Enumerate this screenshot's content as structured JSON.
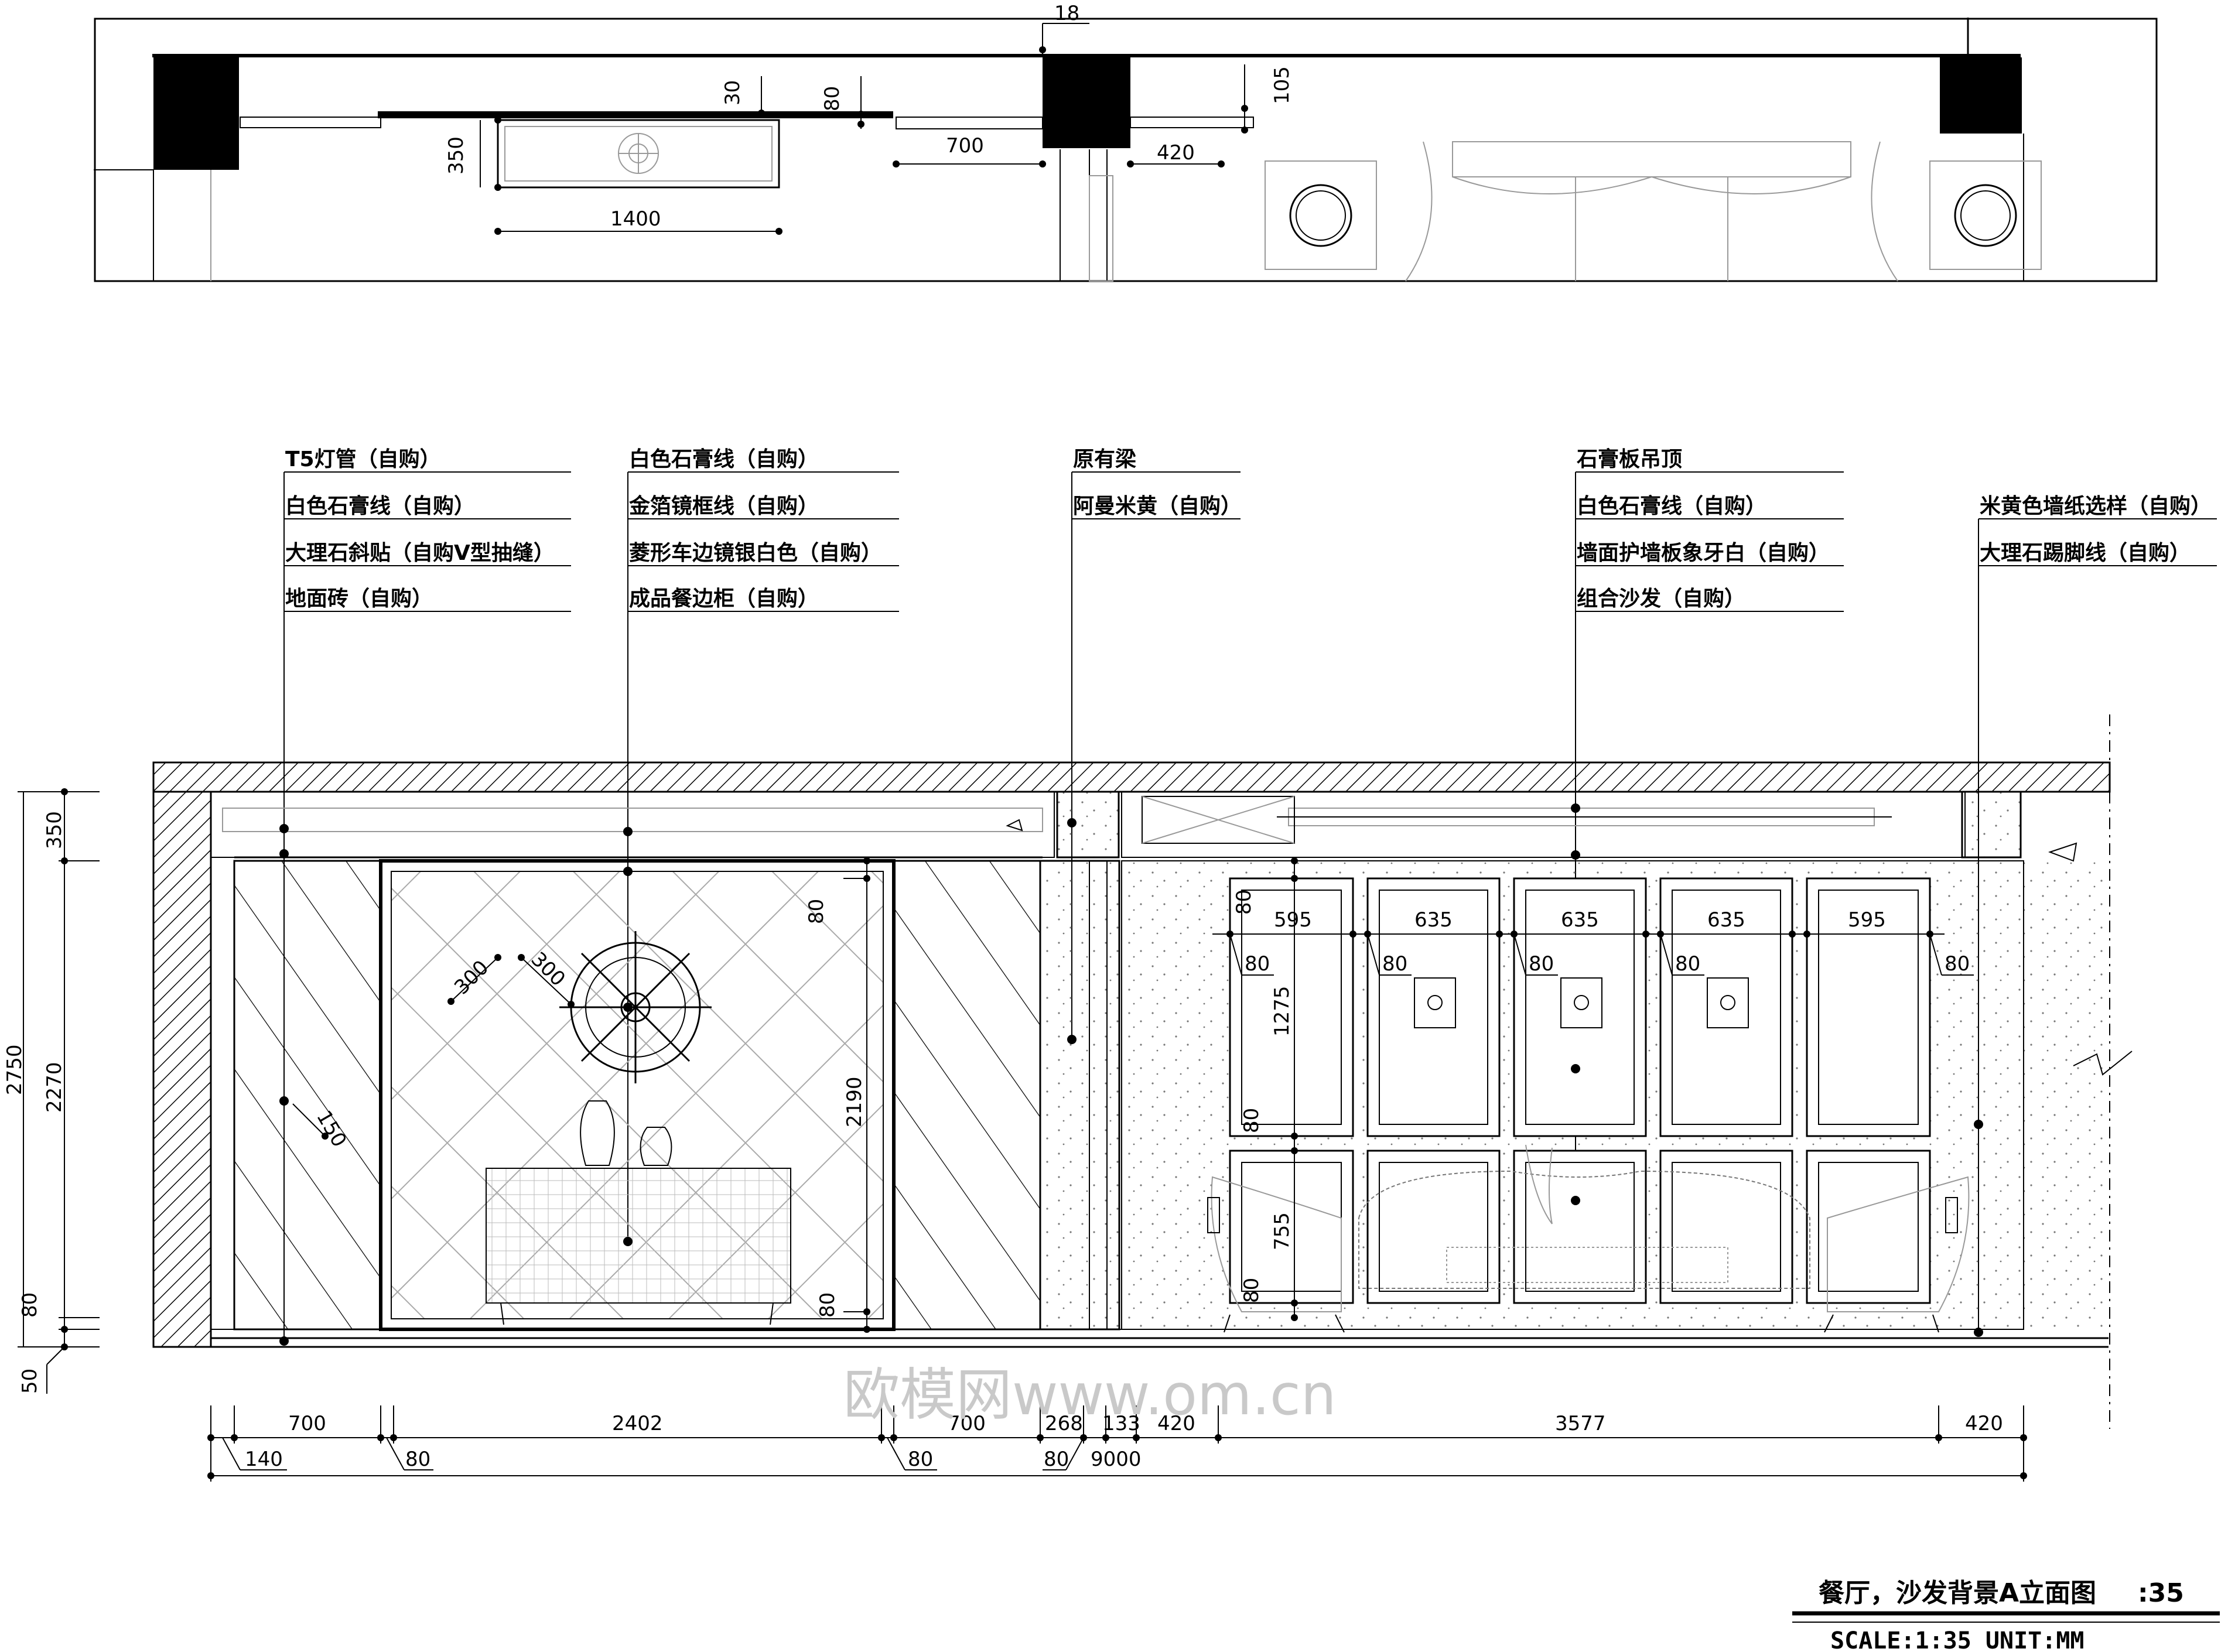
{
  "plan_dims": {
    "d18": "18",
    "d30": "30",
    "d80": "80",
    "d105": "105",
    "d350": "350",
    "d700": "700",
    "d420": "420",
    "d1400": "1400"
  },
  "callouts": {
    "group1": [
      "T5灯管（自购）",
      "白色石膏线（自购）",
      "大理石斜贴（自购V型抽缝）",
      "地面砖（自购）"
    ],
    "group2": [
      "白色石膏线（自购）",
      "金箔镜框线（自购）",
      "菱形车边镜银白色（自购）",
      "成品餐边柜（自购）"
    ],
    "group3": [
      "原有梁",
      "阿曼米黄（自购）"
    ],
    "group4": [
      "石膏板吊顶",
      "白色石膏线（自购）",
      "墙面护墙板象牙白（自购）",
      "组合沙发（自购）"
    ],
    "group5": [
      "米黄色墙纸选样（自购）",
      "大理石踢脚线（自购）"
    ]
  },
  "left_dims": {
    "h2750": "2750",
    "h350": "350",
    "h2270": "2270",
    "h80": "80",
    "h50": "50"
  },
  "mirror_dims": {
    "d300a": "300",
    "d300b": "300",
    "d150": "150",
    "d80top": "80",
    "d2190": "2190",
    "d80bot": "80"
  },
  "panel_dims": {
    "widths": [
      "595",
      "635",
      "635",
      "635",
      "595"
    ],
    "gaps": [
      "80",
      "80",
      "80",
      "80",
      "80"
    ],
    "v80a": "80",
    "v1275": "1275",
    "v80b": "80",
    "v755": "755",
    "v80c": "80"
  },
  "bottom_dims": {
    "row1": [
      "700",
      "2402",
      "700",
      "268",
      "133",
      "420",
      "3577",
      "420"
    ],
    "row2": [
      "140",
      "80",
      "80",
      "80"
    ],
    "total": "9000"
  },
  "watermark": "欧模网www.om.cn",
  "title": "餐厅，沙发背景A立面图",
  "title_scale": ":35",
  "scale_text": "SCALE:1:35 UNIT:MM"
}
